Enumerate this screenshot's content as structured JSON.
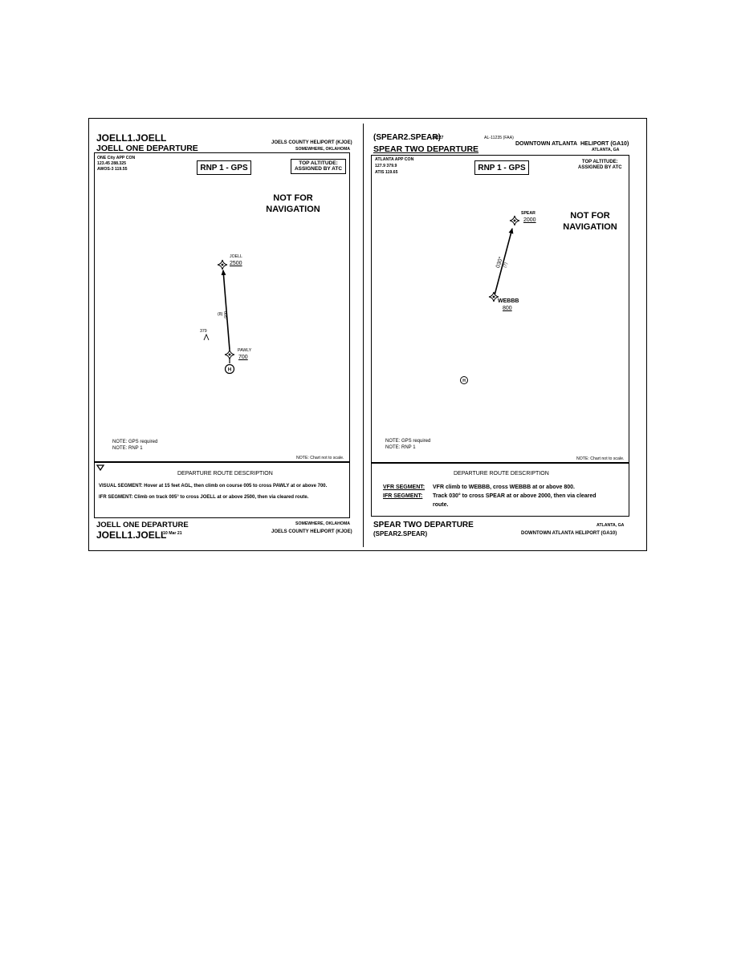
{
  "left": {
    "code_top": "JOELL1.JOELL",
    "name_top": "JOELL ONE DEPARTURE",
    "heliport_top": "JOELS COUNTY HELIPORT (KJOE)",
    "location_top": "SOMEWHERE, OKLAHOMA",
    "freq_lines": [
      "ONE City APP CON",
      "123.45  288.325",
      "AWOS-3  119.55"
    ],
    "rnp": "RNP 1 - GPS",
    "top_alt_lines": [
      "TOP ALTITUDE:",
      "ASSIGNED BY ATC"
    ],
    "nfn_lines": [
      "NOT FOR",
      "NAVIGATION"
    ],
    "fix1_name": "JOELL",
    "fix1_alt": "2500",
    "fix2_name": "PAWLY",
    "fix2_alt": "700",
    "course": "005°",
    "dist": "(8)",
    "obstacle": "379",
    "heli": "H",
    "notes": [
      "NOTE: GPS required",
      "NOTE: RNP 1"
    ],
    "scale_note": "NOTE: Chart not to scale.",
    "drd_title": "DEPARTURE ROUTE DESCRIPTION",
    "visual_seg": "VISUAL SEGMENT:  Hover at 15 feet AGL, then climb on course 005 to cross PAWLY at or above 700.",
    "ifr_seg": "IFR SEGMENT: Climb on track 005° to cross JOELL at or above 2500, then via cleared route.",
    "name_bottom": "JOELL ONE DEPARTURE",
    "code_bottom": "JOELL1.JOELL",
    "date": "10 Mar 21",
    "location_bottom": "SOMEWHERE, OKLAHOMA",
    "heliport_bottom": "JOELS COUNTY HELIPORT (KJOE)"
  },
  "right": {
    "code_top": "(SPEAR2.SPEAR)",
    "code_num": "19227",
    "al_num": "AL-11235 (FAA)",
    "city_top": "DOWNTOWN ATLANTA",
    "heliport_top": "HELIPORT (GA10)",
    "location_top": "ATLANTA, GA",
    "name_top": "SPEAR TWO DEPARTURE",
    "freq_lines": [
      "ATLANTA APP CON",
      "127.9  379.9",
      "ATIS 119.65"
    ],
    "rnp": "RNP 1 - GPS",
    "top_alt_lines": [
      "TOP ALTITUDE:",
      "ASSIGNED BY ATC"
    ],
    "nfn_lines": [
      "NOT FOR",
      "NAVIGATION"
    ],
    "fix1_name": "SPEAR",
    "fix1_alt": "2000",
    "fix2_name": "WEBBB",
    "fix2_alt": "800",
    "course": "030°",
    "dist": "(7)",
    "heli": "H",
    "notes": [
      "NOTE: GPS required",
      "NOTE: RNP 1"
    ],
    "scale_note": "NOTE: Chart not to scale.",
    "drd_title": "DEPARTURE ROUTE DESCRIPTION",
    "vfr_label": "VFR SEGMENT:",
    "vfr_text": "VFR climb to WEBBB, cross WEBBB at or above 800.",
    "ifr_label": "IFR SEGMENT:",
    "ifr_text_1": "Track 030° to cross   SPEAR at or above 2000, then via cleared",
    "ifr_text_2": "route.",
    "name_bottom": "SPEAR TWO DEPARTURE",
    "code_bottom": "(SPEAR2.SPEAR)",
    "location_bottom": "ATLANTA, GA",
    "heliport_bottom": "DOWNTOWN ATLANTA HELIPORT (GA10)"
  }
}
